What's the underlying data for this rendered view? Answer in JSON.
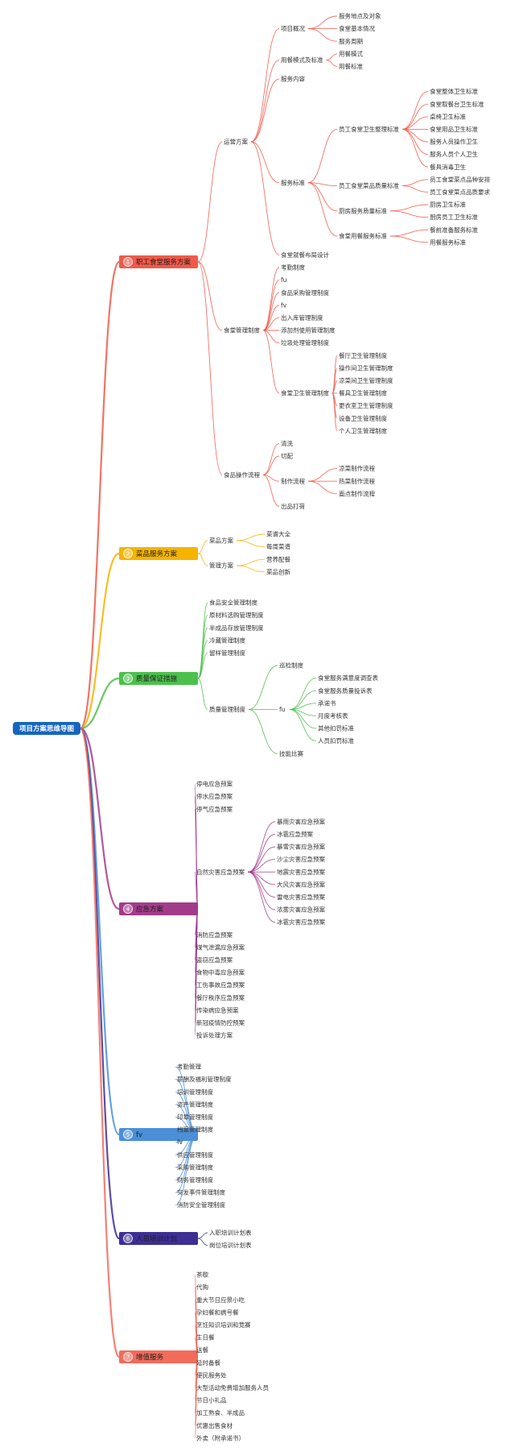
{
  "root": "项目方案思维导图",
  "branches": [
    {
      "num": "1",
      "label": "职工食堂服务方案",
      "color": "#f05a4a",
      "children": [
        {
          "label": "运营方案",
          "children": [
            {
              "label": "项目概况",
              "children": [
                {
                  "label": "服务地点及对象"
                },
                {
                  "label": "食堂基本情况"
                },
                {
                  "label": "服务周期"
                }
              ]
            },
            {
              "label": "用餐模式及标准",
              "children": [
                {
                  "label": "用餐模式"
                },
                {
                  "label": "用餐标准"
                }
              ]
            },
            {
              "label": "服务内容"
            },
            {
              "label": "服务标准",
              "children": [
                {
                  "label": "员工食堂卫生整理标准",
                  "children": [
                    {
                      "label": "食堂整体卫生标准"
                    },
                    {
                      "label": "食堂取餐台卫生标准"
                    },
                    {
                      "label": "桌椅卫生标准"
                    },
                    {
                      "label": "食堂用品卫生标准"
                    },
                    {
                      "label": "服务人员操作卫生"
                    },
                    {
                      "label": "服务人员个人卫生"
                    },
                    {
                      "label": "餐具消毒卫生"
                    }
                  ]
                },
                {
                  "label": "员工食堂菜品质量标准",
                  "children": [
                    {
                      "label": "员工食堂菜点品种安排"
                    },
                    {
                      "label": "员工食堂菜点品质要求"
                    }
                  ]
                },
                {
                  "label": "厨房服务质量标准",
                  "children": [
                    {
                      "label": "厨房卫生标准"
                    },
                    {
                      "label": "厨房员工卫生标准"
                    }
                  ]
                },
                {
                  "label": "食堂用餐服务标准",
                  "children": [
                    {
                      "label": "餐前准备服务标准"
                    },
                    {
                      "label": "用餐服务标准"
                    }
                  ]
                }
              ]
            },
            {
              "label": "食堂就餐布局设计"
            }
          ]
        },
        {
          "label": "食堂管理制度",
          "children": [
            {
              "label": "考勤制度"
            },
            {
              "label": "fu"
            },
            {
              "label": "食品采购管理制度"
            },
            {
              "label": "fv"
            },
            {
              "label": "出入库管理制度"
            },
            {
              "label": "添加剂使用管理制度"
            },
            {
              "label": "垃圾处理管理制度"
            },
            {
              "label": "食堂卫生管理制度",
              "children": [
                {
                  "label": "餐厅卫生管理制度"
                },
                {
                  "label": "操作间卫生管理制度"
                },
                {
                  "label": "凉菜间卫生管理制度"
                },
                {
                  "label": "餐具卫生管理制度"
                },
                {
                  "label": "更衣室卫生管理制度"
                },
                {
                  "label": "设备卫生管理制度"
                },
                {
                  "label": "个人卫生管理制度"
                }
              ]
            }
          ]
        },
        {
          "label": "食品操作流程",
          "children": [
            {
              "label": "清洗"
            },
            {
              "label": "切配"
            },
            {
              "label": "制作流程",
              "children": [
                {
                  "label": "凉菜制作流程"
                },
                {
                  "label": "热菜制作流程"
                },
                {
                  "label": "面点制作流程"
                }
              ]
            },
            {
              "label": "出品打荷"
            }
          ]
        }
      ]
    },
    {
      "num": "2",
      "label": "菜品服务方案",
      "color": "#f5b400",
      "children": [
        {
          "label": "菜品方案",
          "children": [
            {
              "label": "菜谱大全"
            },
            {
              "label": "每周菜谱"
            }
          ]
        },
        {
          "label": "管理方案",
          "children": [
            {
              "label": "营养配餐"
            },
            {
              "label": "菜品创新"
            }
          ]
        }
      ]
    },
    {
      "num": "3",
      "label": "质量保证措施",
      "color": "#4cc04c",
      "children": [
        {
          "label": "食品安全管理制度"
        },
        {
          "label": "原材料选购管理制度"
        },
        {
          "label": "半成品存放管理制度"
        },
        {
          "label": "冷藏管理制度"
        },
        {
          "label": "留样管理制度"
        },
        {
          "label": "质量管理制度",
          "children": [
            {
              "label": "巡检制度"
            },
            {
              "label": "fu",
              "children": [
                {
                  "label": "食堂服务满意度调查表"
                },
                {
                  "label": "食堂服务质量投诉表"
                },
                {
                  "label": "承诺书"
                },
                {
                  "label": "月度考核表"
                },
                {
                  "label": "其他扣罚标准"
                },
                {
                  "label": "人员扣罚标准"
                }
              ]
            },
            {
              "label": "技能比赛"
            }
          ]
        }
      ]
    },
    {
      "num": "4",
      "label": "应急方案",
      "color": "#a33b8b",
      "children": [
        {
          "label": "停电应急预案"
        },
        {
          "label": "停水应急预案"
        },
        {
          "label": "停气应急预案"
        },
        {
          "label": "自然灾害应急预案",
          "children": [
            {
              "label": "暴雨灾害应急预案"
            },
            {
              "label": "冰雹应急预案"
            },
            {
              "label": "暴雪灾害应急预案"
            },
            {
              "label": "沙尘灾害应急预案"
            },
            {
              "label": "地震灾害应急预案"
            },
            {
              "label": "大风灾害应急预案"
            },
            {
              "label": "雷电灾害应急预案"
            },
            {
              "label": "浓雾灾害应急预案"
            },
            {
              "label": "冰雹灾害应急预案"
            }
          ]
        },
        {
          "label": "消防应急预案"
        },
        {
          "label": "煤气泄漏应急预案"
        },
        {
          "label": "盗窃应急预案"
        },
        {
          "label": "食物中毒应急预案"
        },
        {
          "label": "工伤事故应急预案"
        },
        {
          "label": "餐厅秩序应急预案"
        },
        {
          "label": "传染病应急预案"
        },
        {
          "label": "新冠疫情防控预案"
        },
        {
          "label": "投诉处理方案"
        }
      ]
    },
    {
      "num": "5",
      "label": "fv",
      "color": "#4a8fd8",
      "children": [
        {
          "label": "考勤管理"
        },
        {
          "label": "薪酬及福利管理制度"
        },
        {
          "label": "培训管理制度"
        },
        {
          "label": "资产管理制度"
        },
        {
          "label": "印章管理制度"
        },
        {
          "label": "档案管理制度"
        },
        {
          "label": "fv"
        },
        {
          "label": "供应管理制度"
        },
        {
          "label": "采购管理制度"
        },
        {
          "label": "财务管理制度"
        },
        {
          "label": "突发事件管理制度"
        },
        {
          "label": "消防安全管理制度"
        }
      ]
    },
    {
      "num": "6",
      "label": "人员培训计划",
      "color": "#3e2f95",
      "children": [
        {
          "label": "入职培训计划表"
        },
        {
          "label": "岗位培训计划表"
        }
      ]
    },
    {
      "num": "7",
      "label": "增值服务",
      "color": "#f26b5b",
      "children": [
        {
          "label": "茶歇"
        },
        {
          "label": "代购"
        },
        {
          "label": "重大节日应景小吃"
        },
        {
          "label": "孕妇餐和病号餐"
        },
        {
          "label": "烹饪知识培训和竞赛"
        },
        {
          "label": "生日餐"
        },
        {
          "label": "送餐"
        },
        {
          "label": "延时备餐"
        },
        {
          "label": "便民服务处"
        },
        {
          "label": "大型活动免费增加服务人员"
        },
        {
          "label": "节日小礼品"
        },
        {
          "label": "加工熟食、半成品"
        },
        {
          "label": "优惠出售食材"
        },
        {
          "label": "外卖（附承诺书）"
        }
      ]
    }
  ]
}
